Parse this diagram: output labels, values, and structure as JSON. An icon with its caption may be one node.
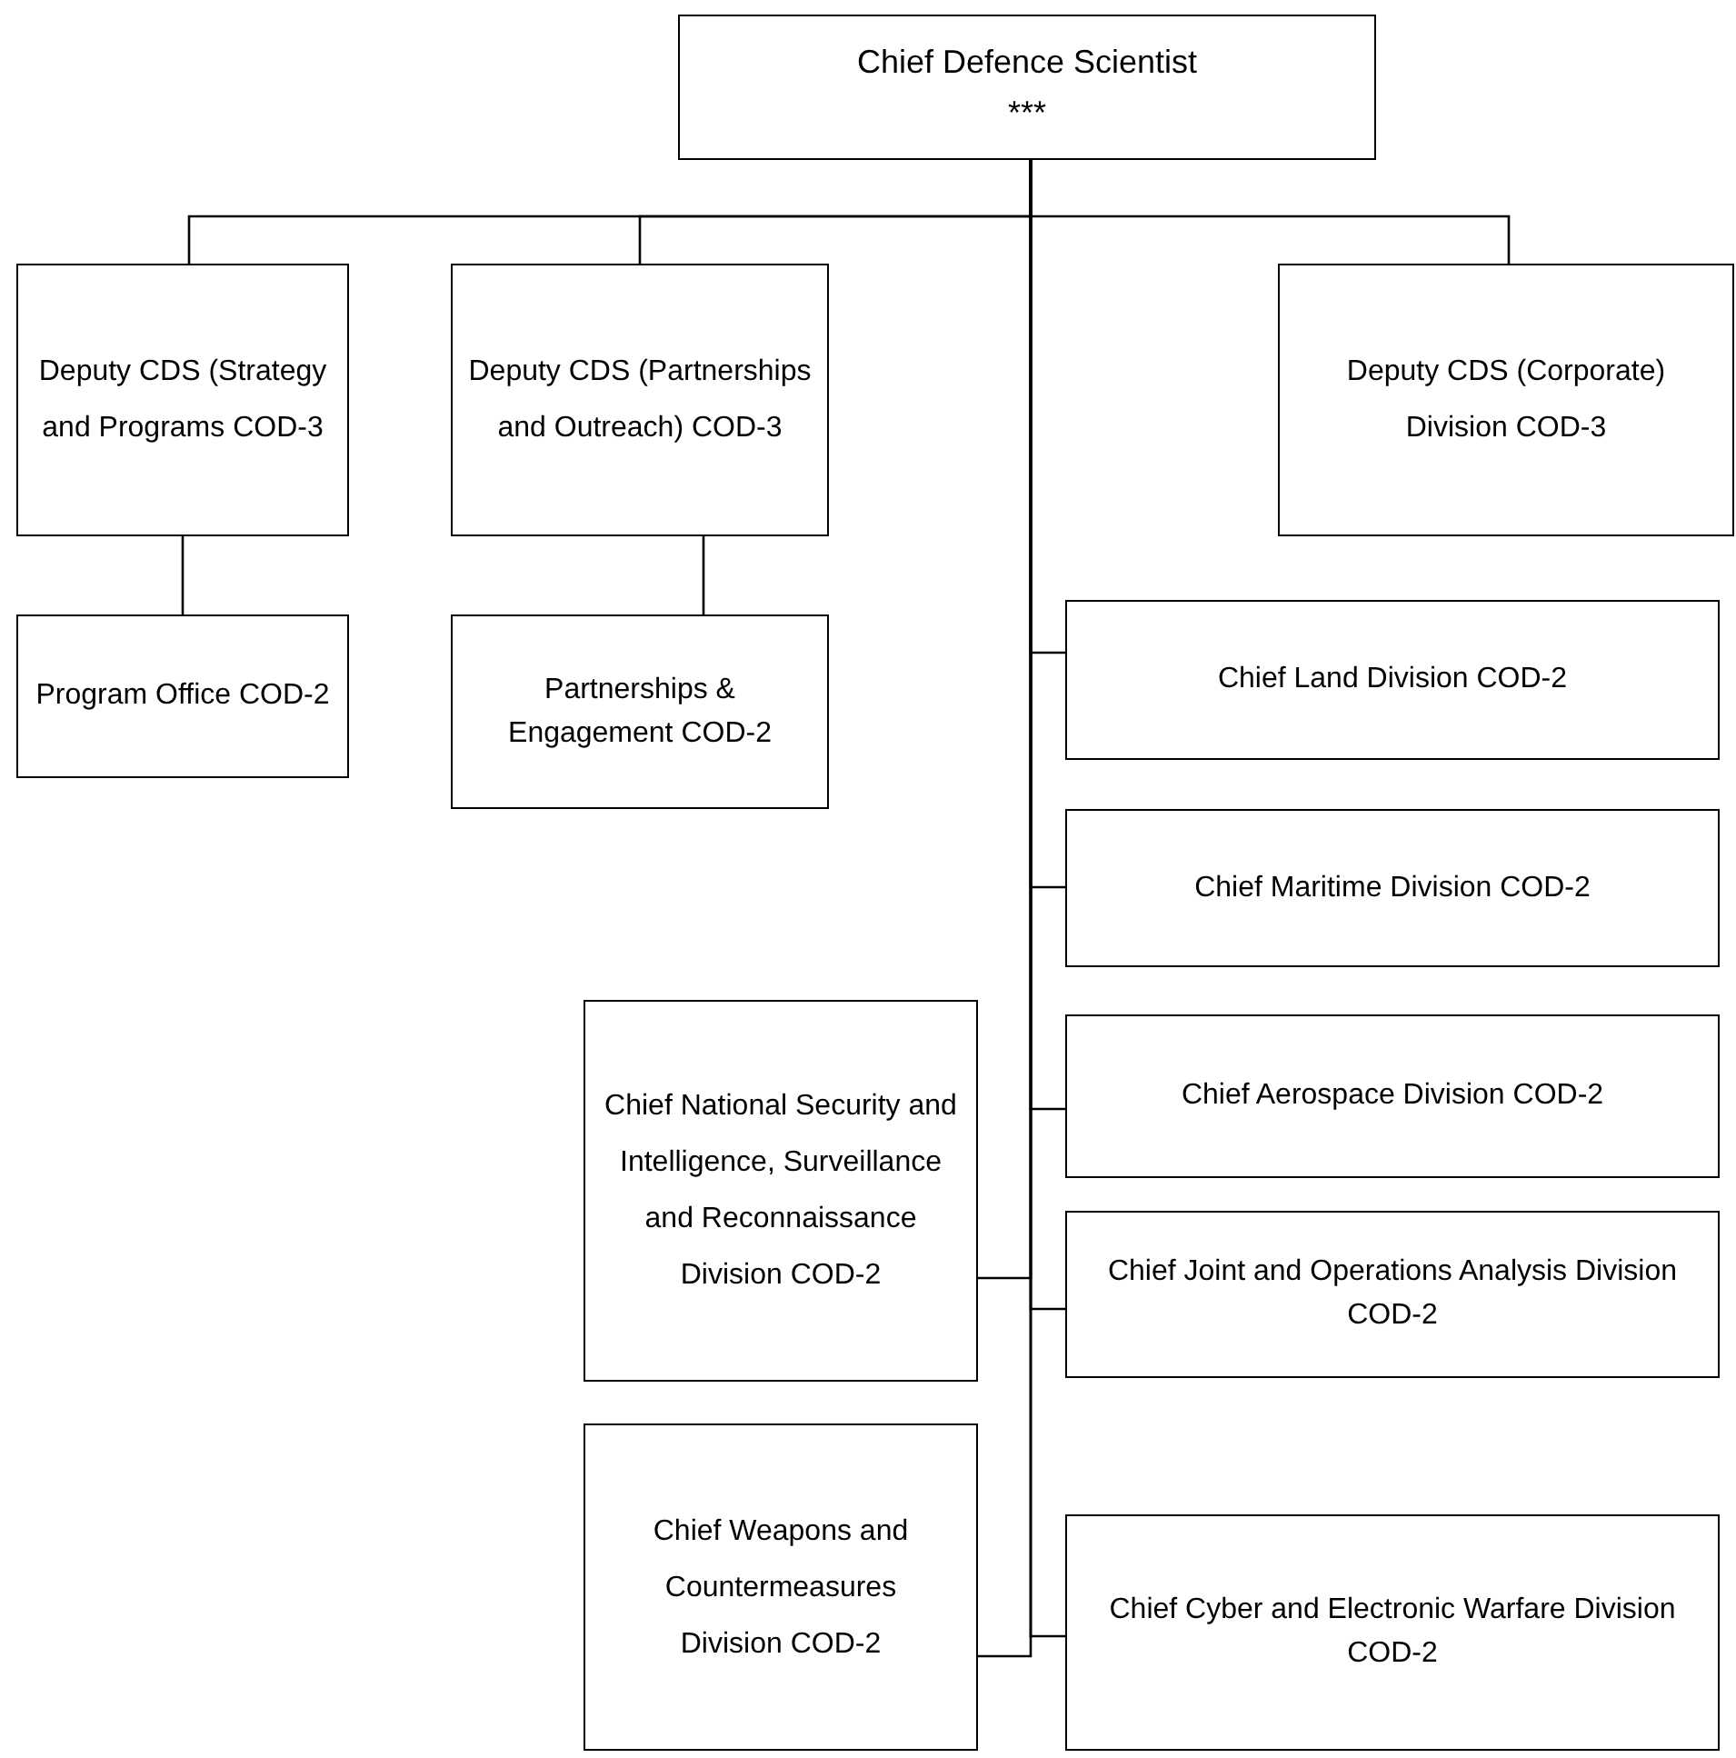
{
  "diagram": {
    "nodes": [
      {
        "text": [
          "Chief Defence Scientist",
          "***"
        ]
      },
      {
        "text": [
          "Deputy CDS (Strategy and Programs COD-3"
        ]
      },
      {
        "text": [
          "Deputy CDS (Partnerships and Outreach) COD-3"
        ]
      },
      {
        "text": [
          "Deputy CDS (Corporate) Division COD-3"
        ]
      },
      {
        "text": [
          "Program Office COD-2"
        ]
      },
      {
        "text": [
          "Partnerships & Engagement COD-2"
        ]
      },
      {
        "text": [
          "Chief Land Division COD-2"
        ]
      },
      {
        "text": [
          "Chief Maritime Division COD-2"
        ]
      },
      {
        "text": [
          "Chief National Security and Intelligence, Surveillance and Reconnaissance Division COD-2"
        ]
      },
      {
        "text": [
          "Chief Aerospace Division COD-2"
        ]
      },
      {
        "text": [
          "Chief Joint and Operations Analysis Division COD-2"
        ]
      },
      {
        "text": [
          "Chief Weapons and Countermeasures Division COD-2"
        ]
      },
      {
        "text": [
          "Chief Cyber and Electronic Warfare Division COD-2"
        ]
      }
    ],
    "edges": [
      {
        "from": 0,
        "to": 1,
        "arrow": "none"
      },
      {
        "from": 0,
        "to": 2,
        "arrow": "none"
      },
      {
        "from": 0,
        "to": 3,
        "arrow": "none"
      },
      {
        "from": 1,
        "to": 4,
        "arrow": "none"
      },
      {
        "from": 2,
        "to": 5,
        "arrow": "none"
      },
      {
        "from": 0,
        "to": 6,
        "arrow": "none"
      },
      {
        "from": 0,
        "to": 7,
        "arrow": "none"
      },
      {
        "from": 0,
        "to": 8,
        "arrow": "none"
      },
      {
        "from": 0,
        "to": 9,
        "arrow": "none"
      },
      {
        "from": 0,
        "to": 10,
        "arrow": "none"
      },
      {
        "from": 0,
        "to": 11,
        "arrow": "none"
      },
      {
        "from": 0,
        "to": 12,
        "arrow": "none"
      }
    ]
  }
}
